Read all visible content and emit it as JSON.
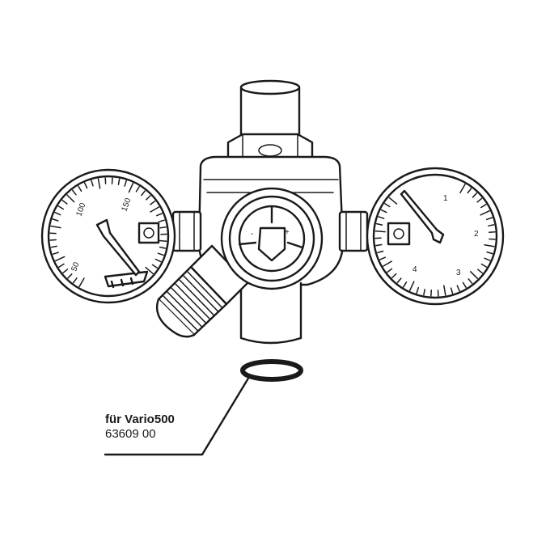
{
  "callout": {
    "title": "für Vario500",
    "part_number": "63609 00"
  },
  "gauge_left": {
    "labels": [
      "50",
      "100",
      "150"
    ]
  },
  "gauge_right": {
    "labels": [
      "1",
      "2",
      "3",
      "4"
    ]
  },
  "regulator": {
    "symbols": [
      "-",
      "+"
    ]
  },
  "colors": {
    "ink": "#1a1a1a",
    "background": "#ffffff"
  },
  "icons": [
    "pressure-gauge-icon",
    "o-ring-seal-icon",
    "leader-line-icon"
  ]
}
